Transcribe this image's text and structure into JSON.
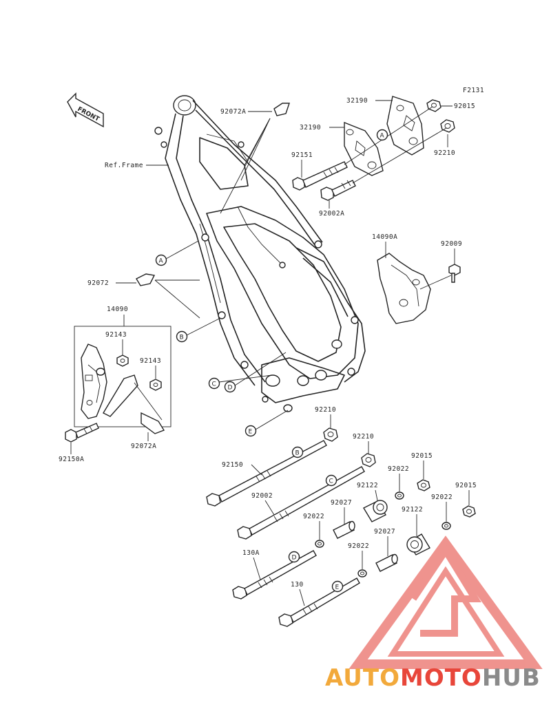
{
  "diagram": {
    "figure_code": "F2131",
    "front_label": "FRONT",
    "ref_frame_label": "Ref.Frame",
    "part_labels": {
      "p32190_top": "32190",
      "p92015_top": "92015",
      "p32190_mid": "32190",
      "p92151": "92151",
      "p92210_top": "92210",
      "p92002A": "92002A",
      "p92072A_top": "92072A",
      "p14090A": "14090A",
      "p92009": "92009",
      "p92072": "92072",
      "p14090": "14090",
      "p92143_a": "92143",
      "p92143_b": "92143",
      "p92150A": "92150A",
      "p92072A_bottom": "92072A",
      "p92210_b1": "92210",
      "p92210_b2": "92210",
      "p92150": "92150",
      "p92002": "92002",
      "p92122_a": "92122",
      "p92022_a": "92022",
      "p92015_b1": "92015",
      "p92015_b2": "92015",
      "p92027_a": "92027",
      "p92022_b": "92022",
      "p92122_b": "92122",
      "p92022_c": "92022",
      "p92027_b": "92027",
      "p92022_d": "92022",
      "p130A": "130A",
      "p130": "130"
    },
    "callouts": {
      "A": "A",
      "B": "B",
      "C": "C",
      "D": "D",
      "E": "E"
    }
  },
  "watermark": {
    "part1": "AUTO",
    "part2": "MOTO",
    "part3": "HUB",
    "color_orange": "#f2a93b",
    "color_red": "#e8463a",
    "color_gray": "#8a8a8a",
    "logo_color": "#ec7c76"
  }
}
